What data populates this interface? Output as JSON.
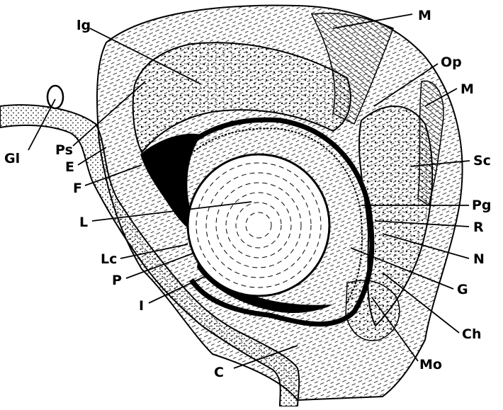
{
  "labels": {
    "lg": "lg",
    "M1": "M",
    "Op": "Op",
    "M2": "M",
    "Sc": "Sc",
    "Pg": "Pg",
    "R": "R",
    "N": "N",
    "G": "G",
    "Ch": "Ch",
    "Mo": "Mo",
    "C": "C",
    "I": "I",
    "P": "P",
    "Lc": "Lc",
    "L": "L",
    "F": "F",
    "E": "E",
    "Ps": "Ps",
    "Gl": "Gl"
  },
  "colors": {
    "ink": "#000000",
    "paper": "#ffffff",
    "dots": "#111111"
  },
  "style": "black-and-white anatomical line drawing, stippled tissue"
}
